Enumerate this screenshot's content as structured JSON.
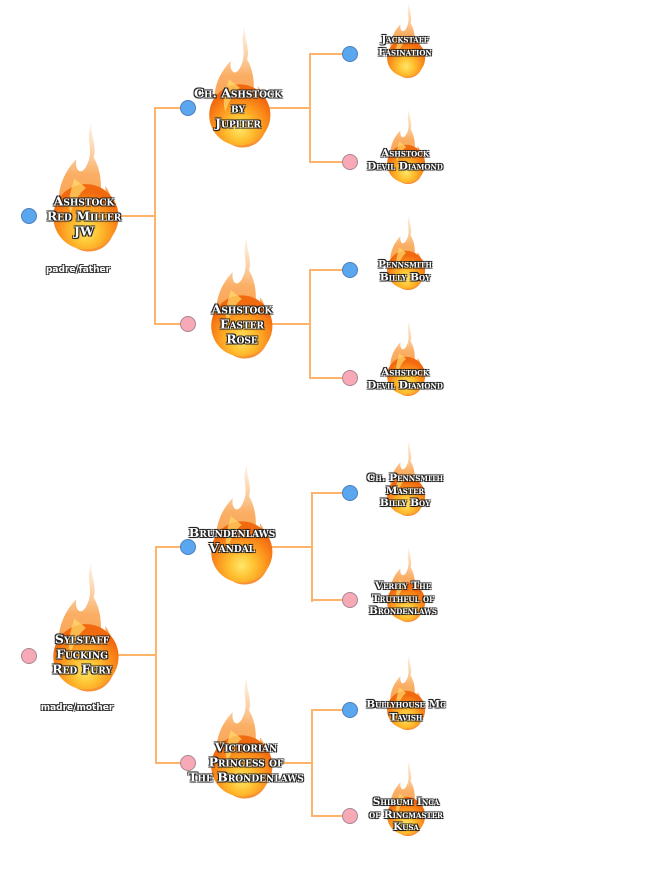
{
  "colors": {
    "connector": "#fdb46a",
    "male_dot": "#5aa6ef",
    "female_dot": "#f7a9b8",
    "flame_outer": "#f57d12",
    "flame_inner": "#ffd23a"
  },
  "sire_side": {
    "role_label": "padre/father",
    "subject": {
      "name_lines": [
        "Ashstock",
        "Red Miller",
        "JW"
      ],
      "sex": "male"
    },
    "parents": [
      {
        "name_lines": [
          "Ch. Ashstock",
          "by",
          "Jupiter"
        ],
        "sex": "male",
        "parents": [
          {
            "name_lines": [
              "Jackstaff",
              "Fasination"
            ],
            "sex": "male"
          },
          {
            "name_lines": [
              "Ashstock",
              "Devil Diamond"
            ],
            "sex": "female"
          }
        ]
      },
      {
        "name_lines": [
          "Ashstock",
          "Easter",
          "Rose"
        ],
        "sex": "female",
        "parents": [
          {
            "name_lines": [
              "Pennsmith",
              "Billy Boy"
            ],
            "sex": "male"
          },
          {
            "name_lines": [
              "Ashstock",
              "Devil Diamond"
            ],
            "sex": "female"
          }
        ]
      }
    ]
  },
  "dam_side": {
    "role_label": "madre/mother",
    "subject": {
      "name_lines": [
        "Sylstaff",
        "Fucking",
        "Red Fury"
      ],
      "sex": "female"
    },
    "parents": [
      {
        "name_lines": [
          "Brundenlaws",
          "Vandal"
        ],
        "sex": "male",
        "parents": [
          {
            "name_lines": [
              "Ch. Pennsmith",
              "Master",
              "Billy Boy"
            ],
            "sex": "male"
          },
          {
            "name_lines": [
              "Verity The",
              "Truthful of",
              "Brondenlaws"
            ],
            "sex": "female"
          }
        ]
      },
      {
        "name_lines": [
          "Victorian",
          "Princess of",
          "The Brondenlaws"
        ],
        "sex": "female",
        "parents": [
          {
            "name_lines": [
              "Bullyhouse Mc",
              "Tavish"
            ],
            "sex": "male"
          },
          {
            "name_lines": [
              "Shibumi Inca",
              "of Ringmaster",
              "Kusa"
            ],
            "sex": "female"
          }
        ]
      }
    ]
  }
}
